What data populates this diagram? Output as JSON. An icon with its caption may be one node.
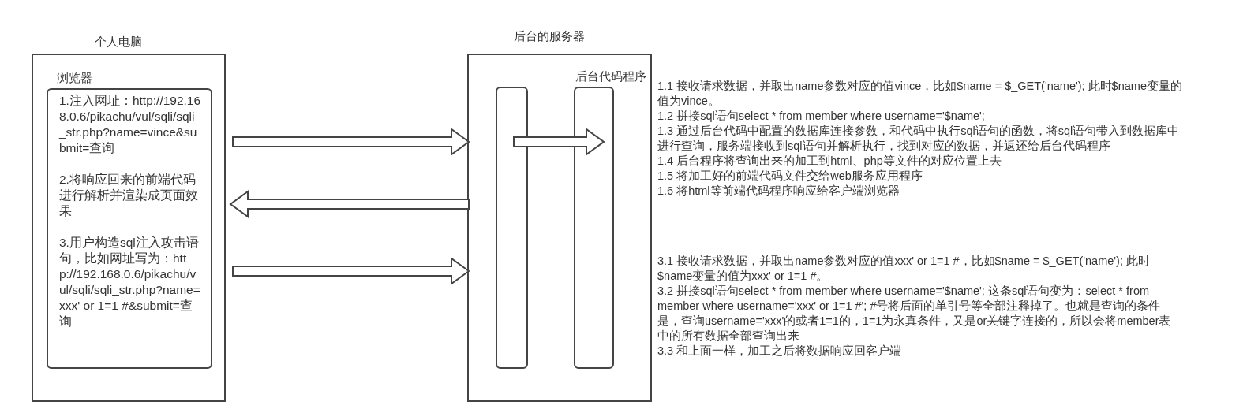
{
  "diagram": {
    "nodes": [
      {
        "text": [
          "个人电脑"
        ]
      },
      {
        "text": [
          "浏览器",
          "1.注入网址：http://192.168.0.6/pikachu/vul/sqli/sqli_str.php?name=vince&submit=查询",
          "2.将响应回来的前端代码进行解析并渲染成页面效果",
          "3.用户构造sql注入攻击语句，比如网址写为：http://192.168.0.6/pikachu/vul/sqli/sqli_str.php?name=xxx' or 1=1 #&submit=查询"
        ],
        "in": 0
      },
      {
        "text": [
          "后台的服务器"
        ]
      },
      {
        "text": [],
        "shape": "box",
        "in": 2
      },
      {
        "text": [
          "后台代码程序"
        ],
        "in": 2
      }
    ],
    "edges": [
      {
        "from": 0,
        "to": 2,
        "arrow": "to"
      },
      {
        "from": 2,
        "to": 0,
        "arrow": "to"
      },
      {
        "from": 0,
        "to": 2,
        "arrow": "to"
      },
      {
        "from": 3,
        "to": 4,
        "arrow": "to"
      }
    ],
    "labels": [
      "1.1 接收请求数据，并取出name参数对应的值vince，比如$name = $_GET('name'); 此时$name变量的值为vince。",
      "1.2 拼接sql语句select * from member where username='$name';",
      "1.3 通过后台代码中配置的数据库连接参数，和代码中执行sql语句的函数，将sql语句带入到数据库中进行查询，服务端接收到sql语句并解析执行，找到对应的数据，并返还给后台代码程序",
      "1.4 后台程序将查询出来的加工到html、php等文件的对应位置上去",
      "1.5 将加工好的前端代码文件交给web服务应用程序",
      "1.6 将html等前端代码程序响应给客户端浏览器",
      "3.1 接收请求数据，并取出name参数对应的值xxx' or 1=1 #，比如$name = $_GET('name'); 此时$name变量的值为xxx' or 1=1 #。",
      "3.2 拼接sql语句select * from member where username='$name'; 这条sql语句变为：select * from member where username='xxx' or 1=1 #'; #号将后面的单引号等全部注释掉了。也就是查询的条件是，查询username='xxx'的或者1=1的，1=1为永真条件，又是or关键字连接的，所以会将member表中的所有数据全部查询出来",
      "3.3 和上面一样，加工之后将数据响应回客户端"
    ]
  }
}
